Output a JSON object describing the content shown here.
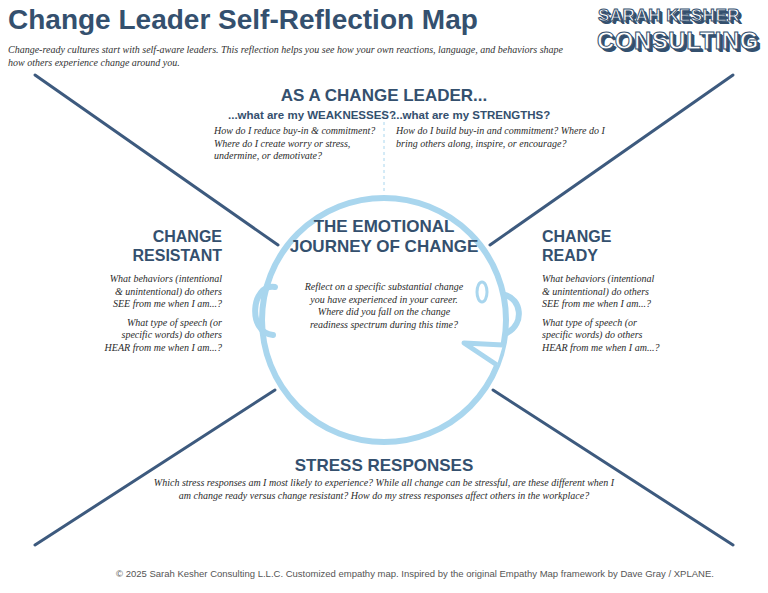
{
  "diagram": {
    "title": "Change Leader Self-Reflection Map",
    "nodes": [
      {
        "text": [
          "THE EMOTIONAL JOURNEY OF CHANGE",
          "Reflect on a specific substantial change you have experienced in your career. Where did you fall on the change readiness spectrum during this time?"
        ]
      }
    ],
    "labels": [
      "Change-ready cultures start with self-aware leaders. This reflection helps you see how your own reactions, language, and behaviors shape how others experience change around you.",
      "SARAH KESHER",
      "CONSULTING",
      "AS A CHANGE LEADER...",
      "...what are my WEAKNESSES?",
      "How do I reduce buy-in & commitment? Where do I create worry or stress, undermine, or demotivate?",
      "...what are my STRENGTHS?",
      "How do I build buy-in and commitment? Where do I bring others along, inspire, or encourage?",
      "CHANGE RESISTANT",
      "What behaviors (intentional & unintentional) do others SEE from me when I am...?",
      "What type of speech (or specific words) do others HEAR from me when I am...?",
      "CHANGE READY",
      "What behaviors (intentional & unintentional) do others SEE from me when I am...?",
      "What type of speech (or specific words) do others HEAR from me when I am...?",
      "STRESS RESPONSES",
      "Which stress responses am I most likely to experience? While all change can be stressful, are these different when I am change ready versus change resistant? How do my stress responses affect others in the workplace?",
      "© 2025 Sarah Kesher Consulting L.L.C. Customized empathy map. Inspired by the original Empathy Map framework by Dave Gray / XPLANE."
    ]
  }
}
